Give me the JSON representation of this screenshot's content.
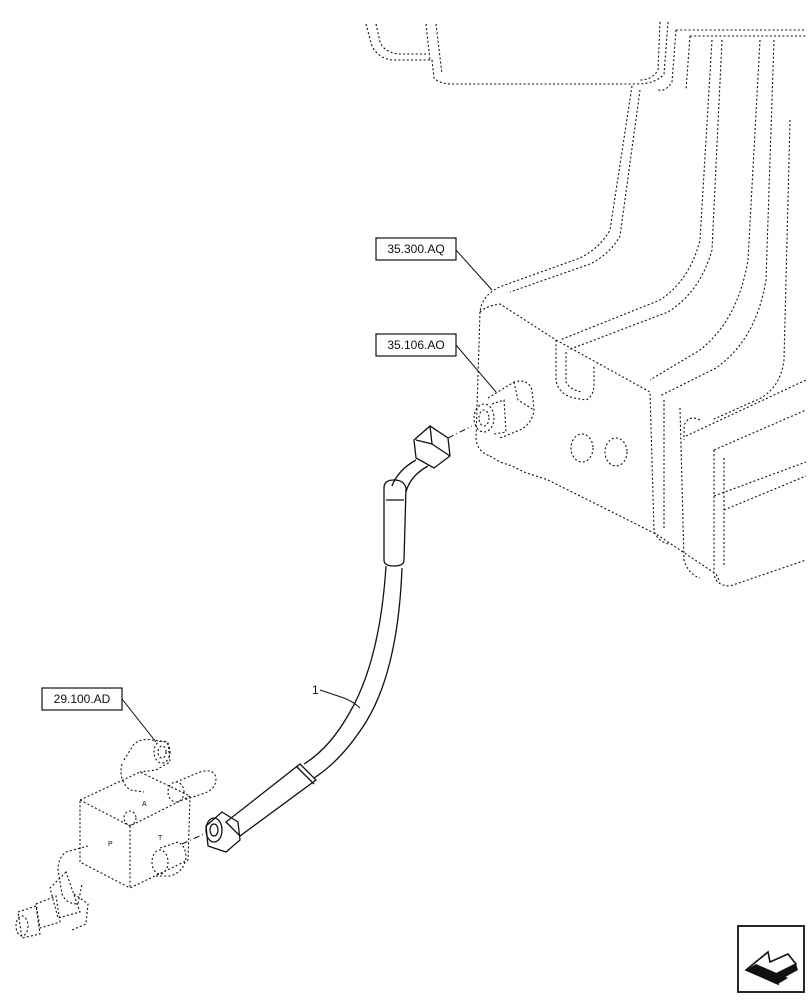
{
  "callouts": {
    "ref_35_300": "35.300.AQ",
    "ref_35_106": "35.106.AO",
    "ref_29_100": "29.100.AD"
  },
  "items": {
    "hose_number": "1"
  },
  "valve_markings": {
    "port_a": "A",
    "port_p": "P",
    "port_t": "T"
  },
  "icons": {
    "navigation": "arrow-icon"
  }
}
